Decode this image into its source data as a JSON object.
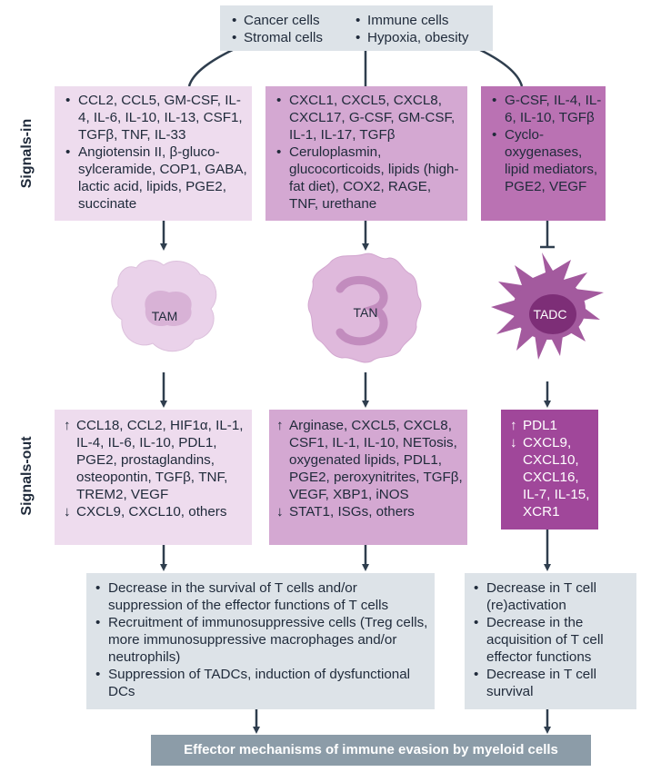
{
  "sources": {
    "col1": [
      "Cancer cells",
      "Stromal cells"
    ],
    "col2": [
      "Immune cells",
      "Hypoxia, obesity"
    ]
  },
  "labels": {
    "signals_in": "Signals-in",
    "signals_out": "Signals-out"
  },
  "signals_in": {
    "tam": [
      "CCL2, CCL5, GM-CSF, IL-4, IL-6, IL-10, IL-13, CSF1, TGFβ, TNF, IL-33",
      "Angiotensin II, β-gluco-sylceramide, COP1, GABA, lactic acid, lipids, PGE2, succinate"
    ],
    "tan": [
      "CXCL1, CXCL5, CXCL8, CXCL17, G-CSF, GM-CSF, IL-1, IL-17, TGFβ",
      "Ceruloplasmin, glucocorticoids, lipids (high-fat diet), COX2, RAGE, TNF, urethane"
    ],
    "tadc": [
      "G-CSF, IL-4, IL-6, IL-10, TGFβ",
      "Cyclo-oxygenases, lipid mediators, PGE2, VEGF"
    ]
  },
  "cells": {
    "tam": "TAM",
    "tan": "TAN",
    "tadc": "TADC"
  },
  "signals_out": {
    "tam": {
      "up": "CCL18, CCL2, HIF1α, IL-1, IL-4, IL-6, IL-10, PDL1, PGE2, prostaglandins, osteopontin, TGFβ, TNF, TREM2, VEGF",
      "down": "CXCL9, CXCL10, others"
    },
    "tan": {
      "up": "Arginase, CXCL5, CXCL8, CSF1, IL-1, IL-10, NETosis, oxygenated lipids, PDL1, PGE2, peroxynitrites, TGFβ, VEGF, XBP1, iNOS",
      "down": "STAT1, ISGs, others"
    },
    "tadc": {
      "up": "PDL1",
      "down": "CXCL9, CXCL10, CXCL16, IL-7, IL-15, XCR1"
    }
  },
  "effects": {
    "left": [
      "Decrease in the survival of T cells and/or suppression of the effector functions of T cells",
      "Recruitment of immunosuppressive cells (Treg cells, more immunosuppressive macrophages and/or neutrophils)",
      "Suppression of TADCs, induction of dysfunctional DCs"
    ],
    "right": [
      "Decrease in T cell (re)activation",
      "Decrease in the acquisition of T cell effector functions",
      "Decrease in T cell survival"
    ]
  },
  "bottom_label": "Effector mechanisms of immune evasion by myeloid cells",
  "colors": {
    "light_pink": "#eedcee",
    "mid_pink": "#d4a8d2",
    "dark_pink": "#ba72b3",
    "deep_purple": "#a0479a",
    "grey_box": "#dde3e8",
    "bar_grey": "#8c9ca8",
    "arrow": "#2f3e4e"
  }
}
